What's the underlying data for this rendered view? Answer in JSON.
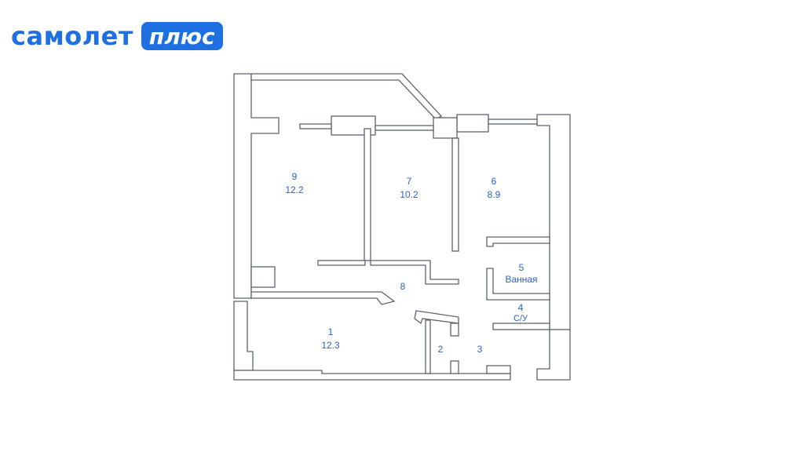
{
  "brand": {
    "name": "самолет",
    "badge": "плюс",
    "color": "#1e6fe0"
  },
  "plan": {
    "label_color": "#2a64c4",
    "rooms": [
      {
        "id": "room-9",
        "number": "9",
        "area": "12.2"
      },
      {
        "id": "room-7",
        "number": "7",
        "area": "10.2"
      },
      {
        "id": "room-6",
        "number": "6",
        "area": "8.9"
      },
      {
        "id": "room-5",
        "number": "5",
        "area": "Ванная"
      },
      {
        "id": "room-8",
        "number": "8",
        "area": ""
      },
      {
        "id": "room-4",
        "number": "4",
        "area": "С/У"
      },
      {
        "id": "room-1",
        "number": "1",
        "area": "12.3"
      },
      {
        "id": "room-2",
        "number": "2",
        "area": ""
      },
      {
        "id": "room-3",
        "number": "3",
        "area": ""
      }
    ]
  }
}
